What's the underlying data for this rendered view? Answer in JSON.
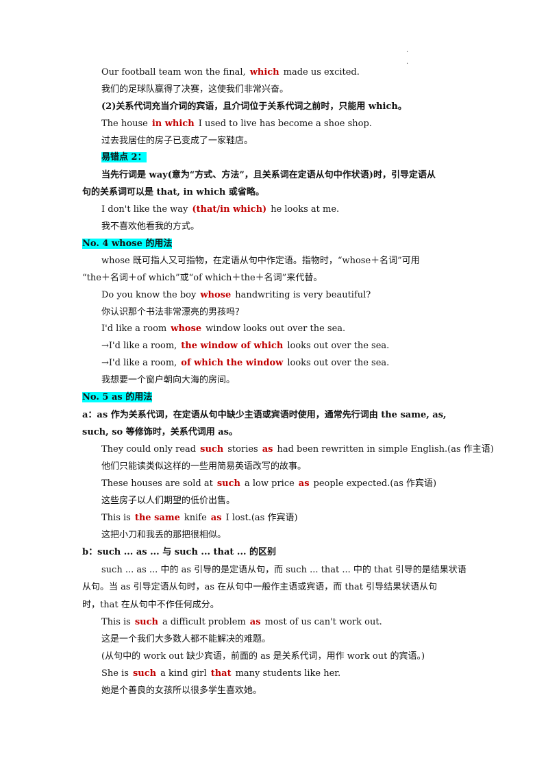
{
  "corner": {
    "mark1": ".",
    "mark2": "."
  },
  "l1": {
    "a": "Our football team won the final,",
    "b": "which",
    "c": "made us excited."
  },
  "l2": "我们的足球队赢得了决赛，这使我们非常兴奋。",
  "l3": "(2)关系代词充当介词的宾语，且介词位于关系代词之前时，只能用 which。",
  "l4": {
    "a": "The house",
    "b": "in which",
    "c": "I used to live has become a shoe shop."
  },
  "l5": "过去我居住的房子已变成了一家鞋店。",
  "h1": "易错点 2：",
  "l6": "当先行词是 way(意为“方式、方法”，且关系词在定语从句中作状语)时，引导定语从",
  "l7": "句的关系词可以是 that, in which 或省略。",
  "l8": {
    "a": "I don't like the way",
    "b": "(that/in which)",
    "c": "he looks at me."
  },
  "l9": "我不喜欢他看我的方式。",
  "h2": "No. 4   whose 的用法",
  "l10": "whose 既可指人又可指物，在定语从句中作定语。指物时，“whose＋名词”可用",
  "l11": "“the＋名词＋of which”或“of which＋the＋名词”来代替。",
  "l12": {
    "a": "Do you know the boy",
    "b": "whose",
    "c": "handwriting is very beautiful?"
  },
  "l13": "你认识那个书法非常漂亮的男孩吗？",
  "l14": {
    "a": "I'd like a room",
    "b": "whose",
    "c": "window looks out over the sea."
  },
  "l15": {
    "a": "→I'd like a room,",
    "b": "the window of which",
    "c": "looks out over the sea."
  },
  "l16": {
    "a": "→I'd like a room,",
    "b": "of which the window",
    "c": "looks out over the sea."
  },
  "l17": "我想要一个窗户朝向大海的房间。",
  "h3": "No. 5   as 的用法",
  "l18": "a：as 作为关系代词，在定语从句中缺少主语或宾语时使用，通常先行词由 the same, as,",
  "l19": "such, so 等修饰时，关系代词用 as。",
  "l20": {
    "a": "They could only read",
    "b": "such",
    "c": "stories",
    "d": "as",
    "e": "had been rewritten in simple English.(as 作主语)"
  },
  "l21": "他们只能读类似这样的一些用简易英语改写的故事。",
  "l22": {
    "a": "These houses are sold at",
    "b": "such",
    "c": "a low price",
    "d": "as",
    "e": "people expected.(as 作宾语)"
  },
  "l23": "这些房子以人们期望的低价出售。",
  "l24": {
    "a": "This is",
    "b": "the same",
    "c": "knife",
    "d": "as",
    "e": "I lost.(as 作宾语)"
  },
  "l25": "这把小刀和我丢的那把很相似。",
  "l26": "b：such ... as ...  与 such ... that ...  的区别",
  "l27": "such ... as ...  中的 as 引导的是定语从句，而 such ... that ...  中的 that 引导的是结果状语",
  "l28": "从句。当 as 引导定语从句时，as 在从句中一般作主语或宾语，而 that 引导结果状语从句",
  "l29": "时，that 在从句中不作任何成分。",
  "l30": {
    "a": "This is",
    "b": "such",
    "c": "a difficult problem",
    "d": "as",
    "e": "most of us can't work out."
  },
  "l31": "这是一个我们大多数人都不能解决的难题。",
  "l32": "(从句中的 work out 缺少宾语，前面的 as 是关系代词，用作 work out 的宾语。)",
  "l33": {
    "a": "She is",
    "b": "such",
    "c": "a kind girl",
    "d": "that",
    "e": "many students like her."
  },
  "l34": "她是个善良的女孩所以很多学生喜欢她。"
}
